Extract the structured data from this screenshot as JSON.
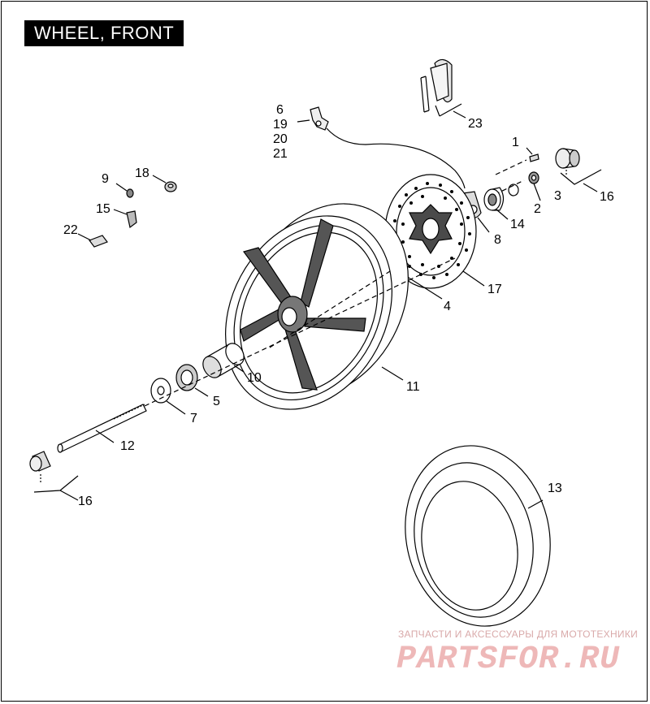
{
  "title": "WHEEL, FRONT",
  "callouts": {
    "c1": "1",
    "c2": "2",
    "c3": "3",
    "c4": "4",
    "c5": "5",
    "c6": "6",
    "c7": "7",
    "c8": "8",
    "c9": "9",
    "c10": "10",
    "c11": "11",
    "c12": "12",
    "c13": "13",
    "c14": "14",
    "c15": "15",
    "c16a": "16",
    "c16b": "16",
    "c17": "17",
    "c18": "18",
    "c19": "19",
    "c20": "20",
    "c21": "21",
    "c22": "22",
    "c23": "23"
  },
  "watermark": {
    "tagline": "ЗАПЧАСТИ И АКСЕССУАРЫ ДЛЯ МОТОТЕХНИКИ",
    "brand": "PARTSFOR.RU"
  }
}
